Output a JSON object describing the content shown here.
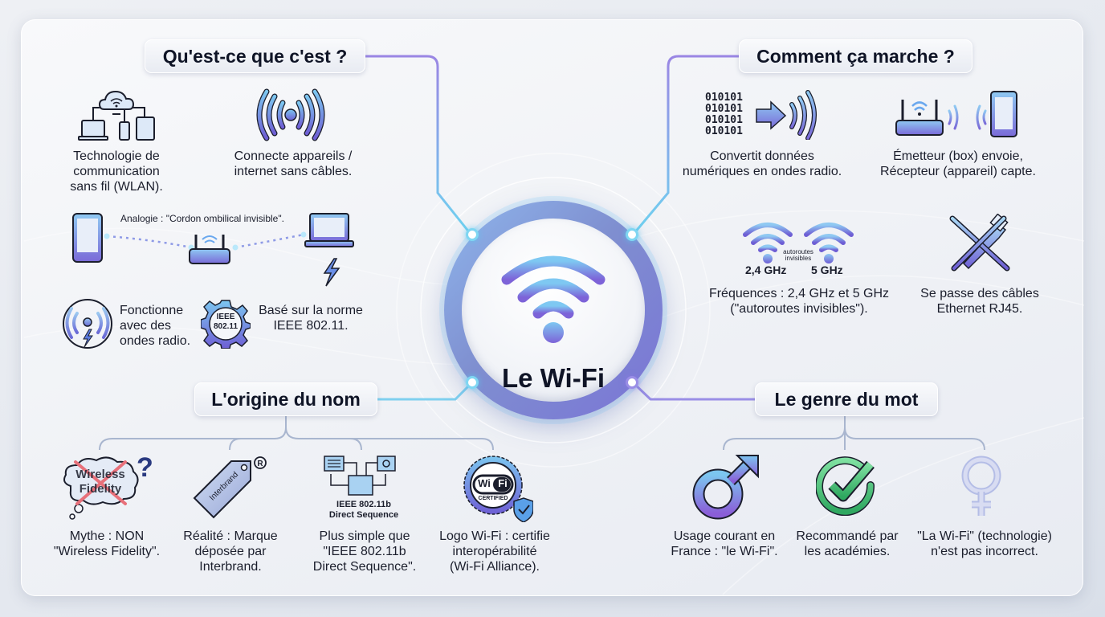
{
  "center": {
    "title": "Le Wi-Fi",
    "icon": "wifi-icon"
  },
  "colors": {
    "accent_blue": "#6aa8ee",
    "accent_purple": "#7b6fdc",
    "connector_cyan": "#7fd6f2",
    "connector_purple": "#9a8ee6",
    "text_dark": "#0f1426",
    "check_green": "#4cc27a"
  },
  "sections": {
    "what": {
      "title": "Qu'est-ce que c'est ?",
      "items": [
        {
          "icon": "cloud-network-devices-icon",
          "text": "Technologie de\ncommunication\nsans fil (WLAN)."
        },
        {
          "icon": "radio-waves-icon",
          "text": "Connecte appareils /\ninternet sans câbles."
        },
        {
          "icon": "phone-router-laptop-icon",
          "text": "Analogie : \"Cordon ombilical invisible\"."
        },
        {
          "icon": "radio-signal-bolt-icon",
          "text": "Fonctionne\navec des\nondes radio."
        },
        {
          "icon": "ieee-gear-icon",
          "icon_label": "IEEE\n802.11",
          "text": "Basé sur la norme\nIEEE 802.11."
        }
      ]
    },
    "how": {
      "title": "Comment ça marche ?",
      "items": [
        {
          "icon": "binary-to-waves-icon",
          "binary": [
            "010101",
            "010101",
            "010101",
            "010101"
          ],
          "text": "Convertit données\nnumériques en ondes radio."
        },
        {
          "icon": "router-to-phone-icon",
          "text": "Émetteur (box) envoie,\nRécepteur (appareil) capte."
        },
        {
          "icon": "dual-band-wifi-icon",
          "band1": "2,4 GHz",
          "band2": "5 GHz",
          "band_note": "autoroutes\ninvisibles",
          "text": "Fréquences : 2,4 GHz et 5 GHz\n(\"autoroutes invisibles\")."
        },
        {
          "icon": "crossed-ethernet-cable-icon",
          "text": "Se passe des câbles\nEthernet RJ45."
        }
      ]
    },
    "origin": {
      "title": "L'origine du nom",
      "items": [
        {
          "icon": "crossed-thought-bubble-icon",
          "bubble_text": "Wireless\nFidelity",
          "text": "Mythe : NON\n\"Wireless Fidelity\"."
        },
        {
          "icon": "registered-tag-icon",
          "tag_text": "Interbrand",
          "text": "Réalité : Marque\ndéposée par\nInterbrand."
        },
        {
          "icon": "ieee-diagram-icon",
          "icon_label": "IEEE 802.11b\nDirect Sequence",
          "text": "Plus simple que\n\"IEEE 802.11b\nDirect Sequence\"."
        },
        {
          "icon": "wifi-certified-badge-icon",
          "badge_text": "Wi Fi",
          "badge_sub": "CERTIFIED",
          "text": "Logo Wi-Fi : certifie\ninteropérabilité\n(Wi-Fi Alliance)."
        }
      ]
    },
    "gender": {
      "title": "Le genre du mot",
      "items": [
        {
          "icon": "male-symbol-icon",
          "text": "Usage courant en\nFrance : \"le Wi-Fi\"."
        },
        {
          "icon": "green-checkmark-icon",
          "text": "Recommandé par\nles académies."
        },
        {
          "icon": "female-symbol-icon",
          "text": "\"La Wi-Fi\" (technologie)\nn'est pas incorrect."
        }
      ]
    }
  }
}
